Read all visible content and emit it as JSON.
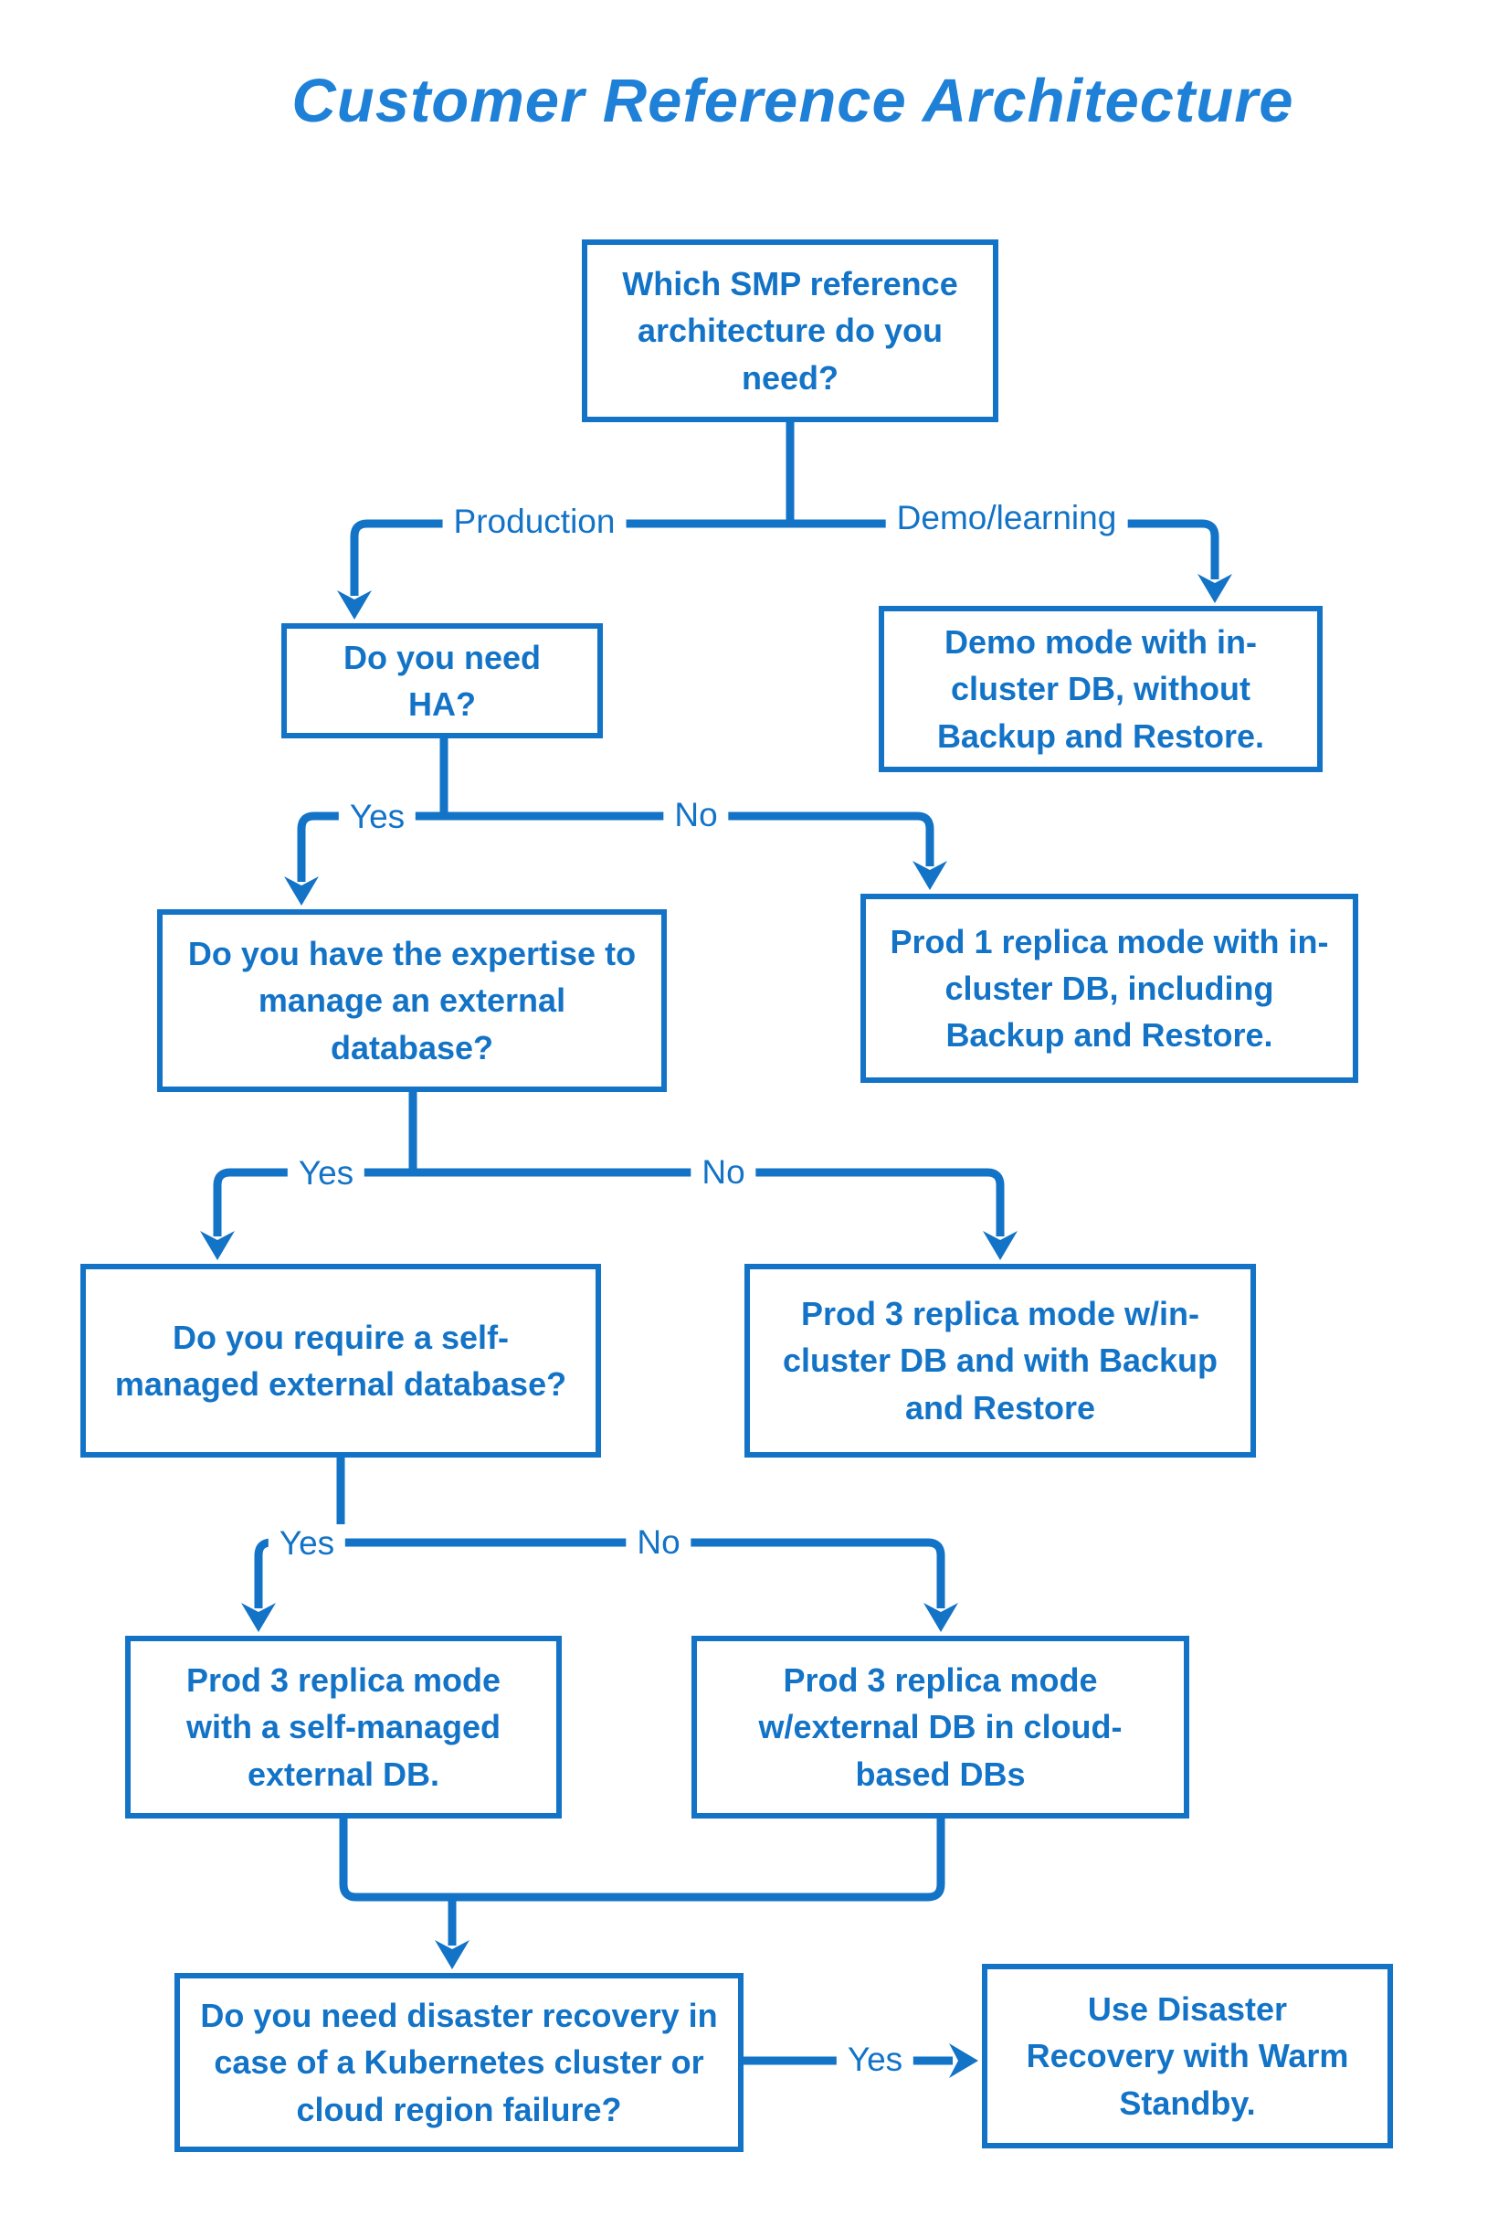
{
  "title": "Customer Reference Architecture",
  "colors": {
    "accent": "#1273C7",
    "title": "#1E80D6",
    "background": "#FFFFFF"
  },
  "nodes": {
    "q_main": {
      "text": "Which SMP reference architecture do you need?"
    },
    "box_demo": {
      "text": "Demo mode with in-cluster DB, without Backup and Restore."
    },
    "q_ha": {
      "text": "Do you need HA?"
    },
    "q_expertise": {
      "text": "Do you have the expertise to manage an external database?"
    },
    "box_prod1": {
      "text": "Prod 1 replica mode with in-cluster DB, including Backup and Restore."
    },
    "q_selfmanaged": {
      "text": "Do you require a self-managed external database?"
    },
    "box_prod3_incluster": {
      "text": "Prod 3 replica mode w/in-cluster DB and with Backup and Restore"
    },
    "box_prod3_selfmanaged": {
      "text": "Prod 3 replica mode with a self-managed external DB."
    },
    "box_prod3_cloud": {
      "text": "Prod 3 replica mode w/external DB in cloud-based DBs"
    },
    "q_dr": {
      "text": "Do you need disaster recovery in case of a Kubernetes cluster or cloud region failure?"
    },
    "box_warmstandby": {
      "text": "Use Disaster Recovery with Warm Standby."
    }
  },
  "labels": {
    "production": "Production",
    "demo_learning": "Demo/learning",
    "ha_yes": "Yes",
    "ha_no": "No",
    "expertise_yes": "Yes",
    "expertise_no": "No",
    "selfmanaged_yes": "Yes",
    "selfmanaged_no": "No",
    "dr_yes": "Yes"
  }
}
